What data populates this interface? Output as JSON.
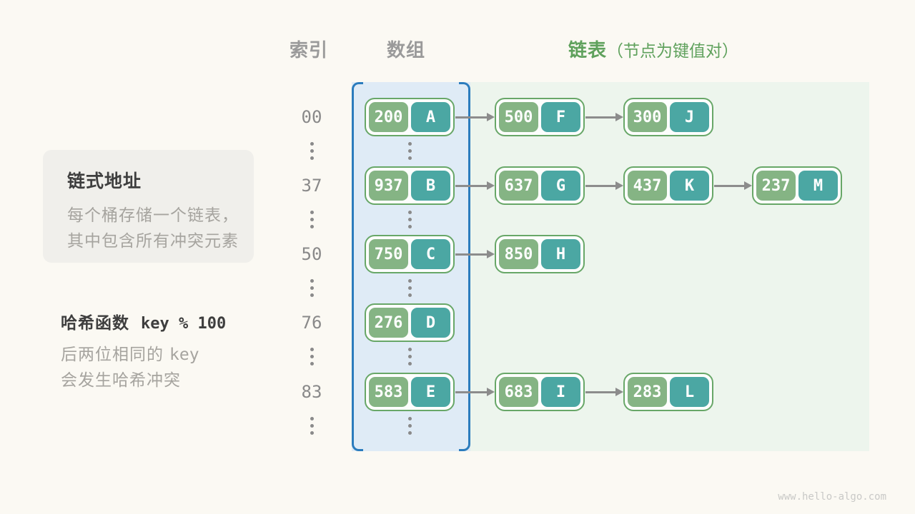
{
  "header": {
    "index_label": "索引",
    "array_label": "数组",
    "list_label": "链表",
    "list_note": "（节点为键值对）"
  },
  "info_box": {
    "title": "链式地址",
    "line1": "每个桶存储一个链表，",
    "line2": "其中包含所有冲突元素"
  },
  "hash_note": {
    "title": "哈希函数",
    "formula": "key % 100",
    "line1_prefix": "后两位相同的",
    "line1_key": "key",
    "line2": "会发生哈希冲突"
  },
  "rows": [
    {
      "index": "00",
      "bucket": {
        "key": "200",
        "value": "A"
      },
      "chain": [
        {
          "key": "500",
          "value": "F"
        },
        {
          "key": "300",
          "value": "J"
        }
      ]
    },
    {
      "index": "37",
      "bucket": {
        "key": "937",
        "value": "B"
      },
      "chain": [
        {
          "key": "637",
          "value": "G"
        },
        {
          "key": "437",
          "value": "K"
        },
        {
          "key": "237",
          "value": "M"
        }
      ]
    },
    {
      "index": "50",
      "bucket": {
        "key": "750",
        "value": "C"
      },
      "chain": [
        {
          "key": "850",
          "value": "H"
        }
      ]
    },
    {
      "index": "76",
      "bucket": {
        "key": "276",
        "value": "D"
      },
      "chain": []
    },
    {
      "index": "83",
      "bucket": {
        "key": "583",
        "value": "E"
      },
      "chain": [
        {
          "key": "683",
          "value": "I"
        },
        {
          "key": "283",
          "value": "L"
        }
      ]
    }
  ],
  "watermark": "www.hello-algo.com",
  "colors": {
    "page_bg": "#fbf9f3",
    "array_bg": "#dfebf6",
    "array_bracket_blue": "#2b7cbd",
    "list_bg": "#edf5ed",
    "node_border_green": "#68a768",
    "key_cell_green": "#85b484",
    "value_cell_teal": "#4ba7a3",
    "header_green": "#5fa15c",
    "header_gray": "#9a9a9a",
    "arrow_gray": "#8c8c8c",
    "info_card_bg": "#f0efeb"
  }
}
